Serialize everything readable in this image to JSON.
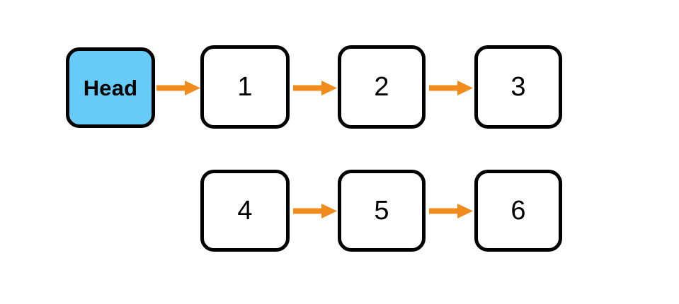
{
  "diagram": {
    "type": "linked-list-flow",
    "background_color": "#fefefe",
    "node_border_color": "#000000",
    "node_fill_color": "#ffffff",
    "highlight_fill_color": "#68ccf8",
    "arrow_color": "#f08c1e",
    "rows": [
      {
        "row_name": "row-1",
        "nodes": [
          {
            "id": "head",
            "label": "Head",
            "highlighted": true
          },
          {
            "id": "node-1",
            "label": "1",
            "highlighted": false
          },
          {
            "id": "node-2",
            "label": "2",
            "highlighted": false
          },
          {
            "id": "node-3",
            "label": "3",
            "highlighted": false
          }
        ],
        "connectors": [
          {
            "id": "arrow-head-to-1",
            "from": "head",
            "to": "node-1"
          },
          {
            "id": "arrow-1-to-2",
            "from": "node-1",
            "to": "node-2"
          },
          {
            "id": "arrow-2-to-3",
            "from": "node-2",
            "to": "node-3"
          }
        ]
      },
      {
        "row_name": "row-2",
        "nodes": [
          {
            "id": "node-4",
            "label": "4",
            "highlighted": false
          },
          {
            "id": "node-5",
            "label": "5",
            "highlighted": false
          },
          {
            "id": "node-6",
            "label": "6",
            "highlighted": false
          }
        ],
        "connectors": [
          {
            "id": "arrow-4-to-5",
            "from": "node-4",
            "to": "node-5"
          },
          {
            "id": "arrow-5-to-6",
            "from": "node-5",
            "to": "node-6"
          }
        ]
      }
    ]
  }
}
